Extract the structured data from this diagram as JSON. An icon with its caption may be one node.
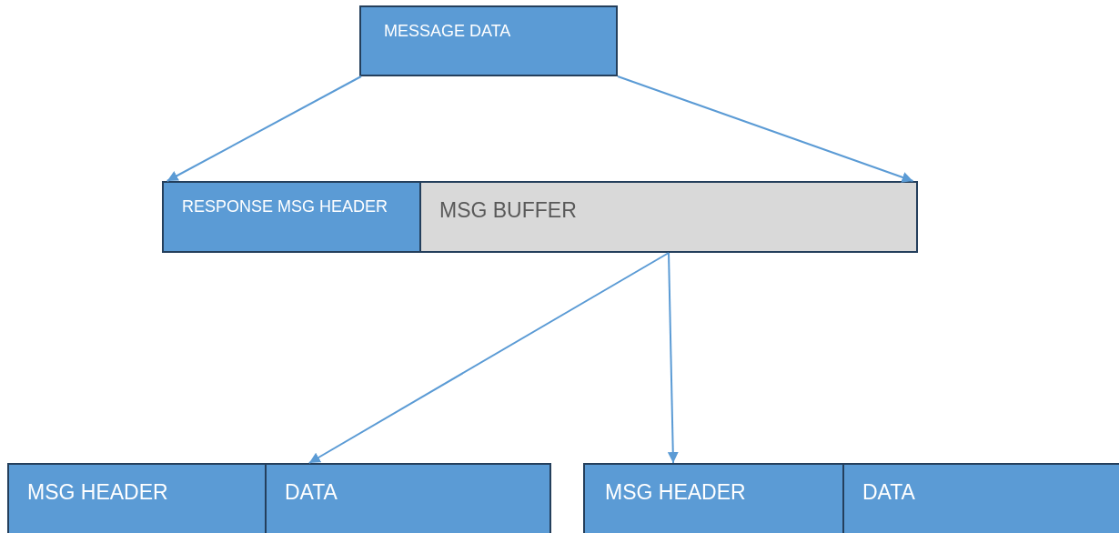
{
  "diagram": {
    "nodes": [
      {
        "text": [
          "MESSAGE DATA"
        ]
      },
      {
        "text": [
          "RESPONSE MSG HEADER"
        ]
      },
      {
        "text": [
          "MSG BUFFER"
        ]
      },
      {
        "text": [
          "MSG HEADER"
        ]
      },
      {
        "text": [
          "DATA"
        ]
      },
      {
        "text": [
          "MSG HEADER"
        ]
      },
      {
        "text": [
          "DATA"
        ]
      }
    ],
    "edges": [
      {
        "from": 0,
        "to": 1,
        "arrow": "to"
      },
      {
        "from": 0,
        "to": 2,
        "arrow": "to"
      },
      {
        "from": 2,
        "to": 4,
        "arrow": "to"
      },
      {
        "from": 2,
        "to": 5,
        "arrow": "to"
      }
    ]
  }
}
